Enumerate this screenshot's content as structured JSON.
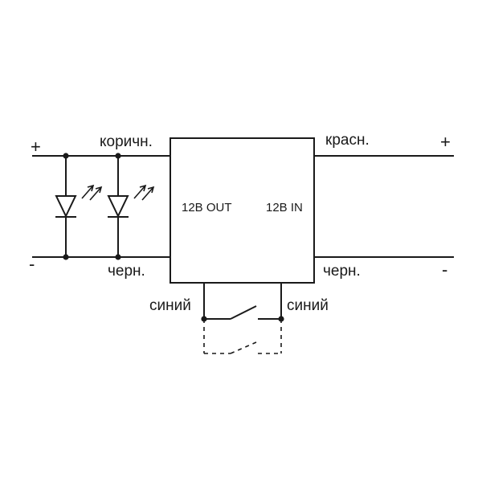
{
  "labels": {
    "plus_left": "+",
    "minus_left": "-",
    "plus_right": "+",
    "minus_right": "-",
    "brown": "коричн.",
    "black_left": "черн.",
    "red": "красн.",
    "black_right": "черн.",
    "blue_left": "синий",
    "blue_right": "синий",
    "out": "12В OUT",
    "in": "12В IN"
  },
  "colors": {
    "line": "#1a1a1a",
    "background": "#ffffff"
  },
  "components": {
    "led_count": 2,
    "switch": "normally-open with dashed alternate position"
  }
}
